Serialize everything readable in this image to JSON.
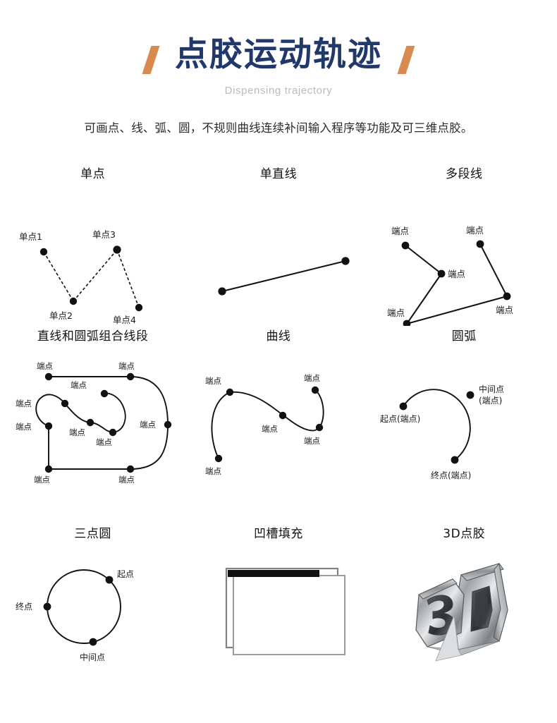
{
  "header": {
    "title": "点胶运动轨迹",
    "subtitle": "Dispensing trajectory",
    "accent_color": "#d98a50",
    "title_color": "#21386b"
  },
  "intro": {
    "text": "可画点、线、弧、圆，不规则曲线连续补间输入程序等功能及可三维点胶。"
  },
  "panels": [
    {
      "id": "single-point",
      "title": "单点",
      "labels": [
        "单点1",
        "单点2",
        "单点3",
        "单点4"
      ]
    },
    {
      "id": "single-line",
      "title": "单直线",
      "labels": []
    },
    {
      "id": "polyline",
      "title": "多段线",
      "labels": [
        "端点",
        "端点",
        "端点",
        "端点",
        "端点"
      ]
    },
    {
      "id": "line-arc-combo",
      "title": "直线和圆弧组合线段",
      "labels": [
        "端点",
        "端点",
        "端点",
        "端点",
        "端点",
        "端点",
        "端点",
        "端点",
        "端点"
      ]
    },
    {
      "id": "curve",
      "title": "曲线",
      "labels": [
        "端点",
        "端点",
        "端点",
        "端点"
      ]
    },
    {
      "id": "arc",
      "title": "圆弧",
      "labels": [
        "起点(端点)",
        "中间点",
        "(端点)",
        "终点(端点)"
      ]
    },
    {
      "id": "three-point-circle",
      "title": "三点圆",
      "labels": [
        "起点",
        "终点",
        "中间点"
      ]
    },
    {
      "id": "groove-fill",
      "title": "凹槽填充",
      "labels": []
    },
    {
      "id": "three-d-dispensing",
      "title": "3D点胶",
      "labels": [
        "3D"
      ]
    }
  ],
  "colors": {
    "stroke": "#121212",
    "label": "#1a1a1a",
    "groove_outline": "#808080",
    "groove_fill": "#111111",
    "background": "#ffffff"
  }
}
